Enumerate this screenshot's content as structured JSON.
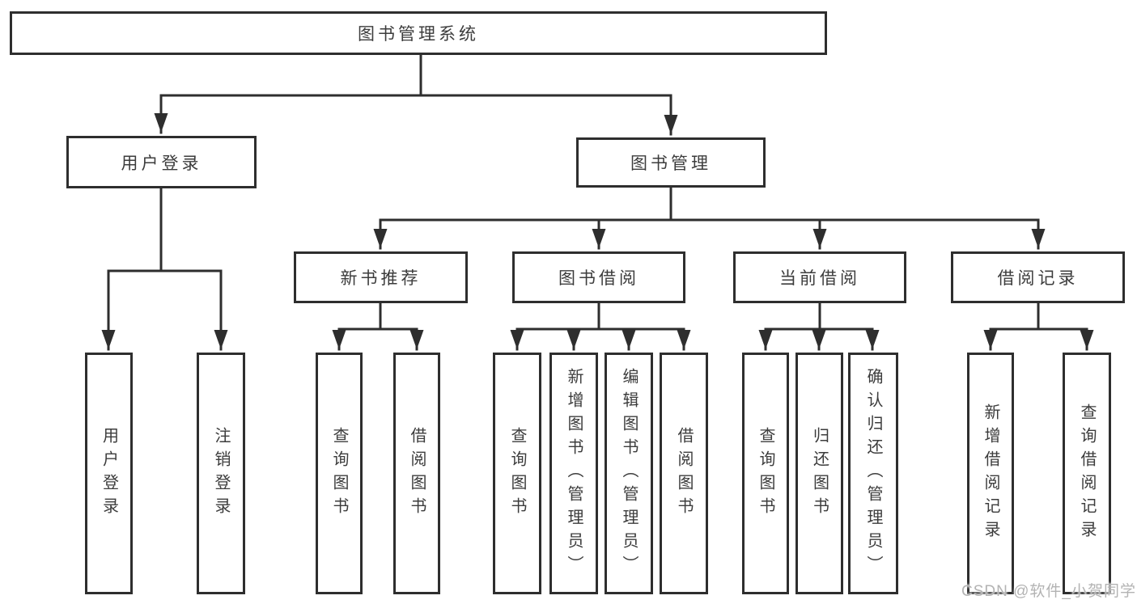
{
  "tree": {
    "root": "图书管理系统",
    "user_branch": {
      "label": "用户登录",
      "children": [
        "用户登录",
        "注销登录"
      ]
    },
    "mgmt_branch": {
      "label": "图书管理",
      "sections": [
        {
          "label": "新书推荐",
          "children": [
            "查询图书",
            "借阅图书"
          ]
        },
        {
          "label": "图书借阅",
          "children": [
            "查询图书",
            "新增图书（管理员）",
            "编辑图书（管理员）",
            "借阅图书"
          ]
        },
        {
          "label": "当前借阅",
          "children": [
            "查询图书",
            "归还图书",
            "确认归还（管理员）"
          ]
        },
        {
          "label": "借阅记录",
          "children": [
            "新增借阅记录",
            "查询借阅记录"
          ]
        }
      ]
    }
  },
  "watermark": "CSDN @软件_小贺同学",
  "colors": {
    "line": "#2e2e2e",
    "text": "#3c3c3c",
    "watermark": "#b3b3b3",
    "background": "#ffffff"
  }
}
